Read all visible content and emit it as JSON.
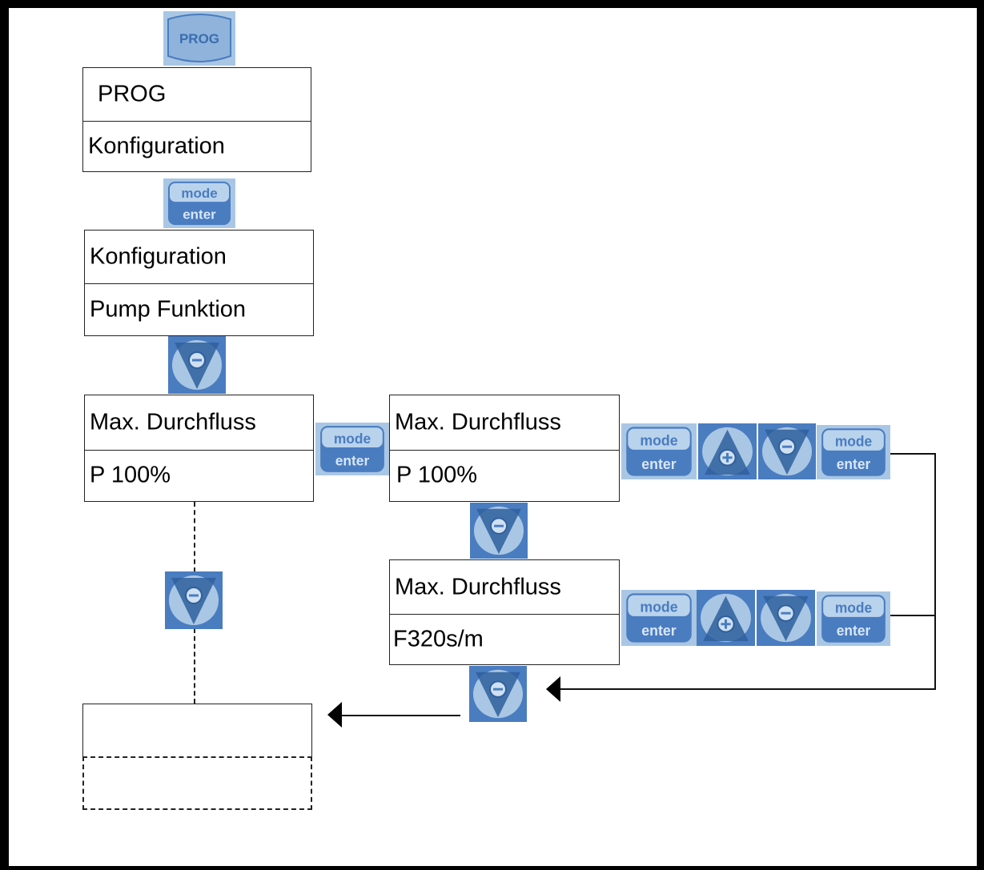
{
  "keys": {
    "prog_label": "PROG",
    "mode_label": "mode",
    "enter_label": "enter"
  },
  "menu": {
    "prog_box": {
      "line1": "PROG",
      "line2": "Konfiguration"
    },
    "config_box": {
      "line1": "Konfiguration",
      "line2": "Pump Funktion"
    },
    "max_flow_left": {
      "line1": "Max. Durchfluss",
      "line2": "P 100%"
    },
    "max_flow_right": {
      "line1": "Max. Durchfluss",
      "line2": "P 100%"
    },
    "max_flow_f": {
      "line1": "Max. Durchfluss",
      "line2": "F320s/m"
    },
    "next_box": {
      "line1": "",
      "line2": ""
    }
  },
  "colors": {
    "key_blue": "#4a7cc0",
    "key_light": "#a9c7e4",
    "key_dark": "#2f5f9c",
    "border": "#222222"
  },
  "icons": [
    "prog-key-icon",
    "mode-enter-key-icon",
    "plus-up-key-icon",
    "minus-down-key-icon",
    "arrow-left-icon"
  ]
}
